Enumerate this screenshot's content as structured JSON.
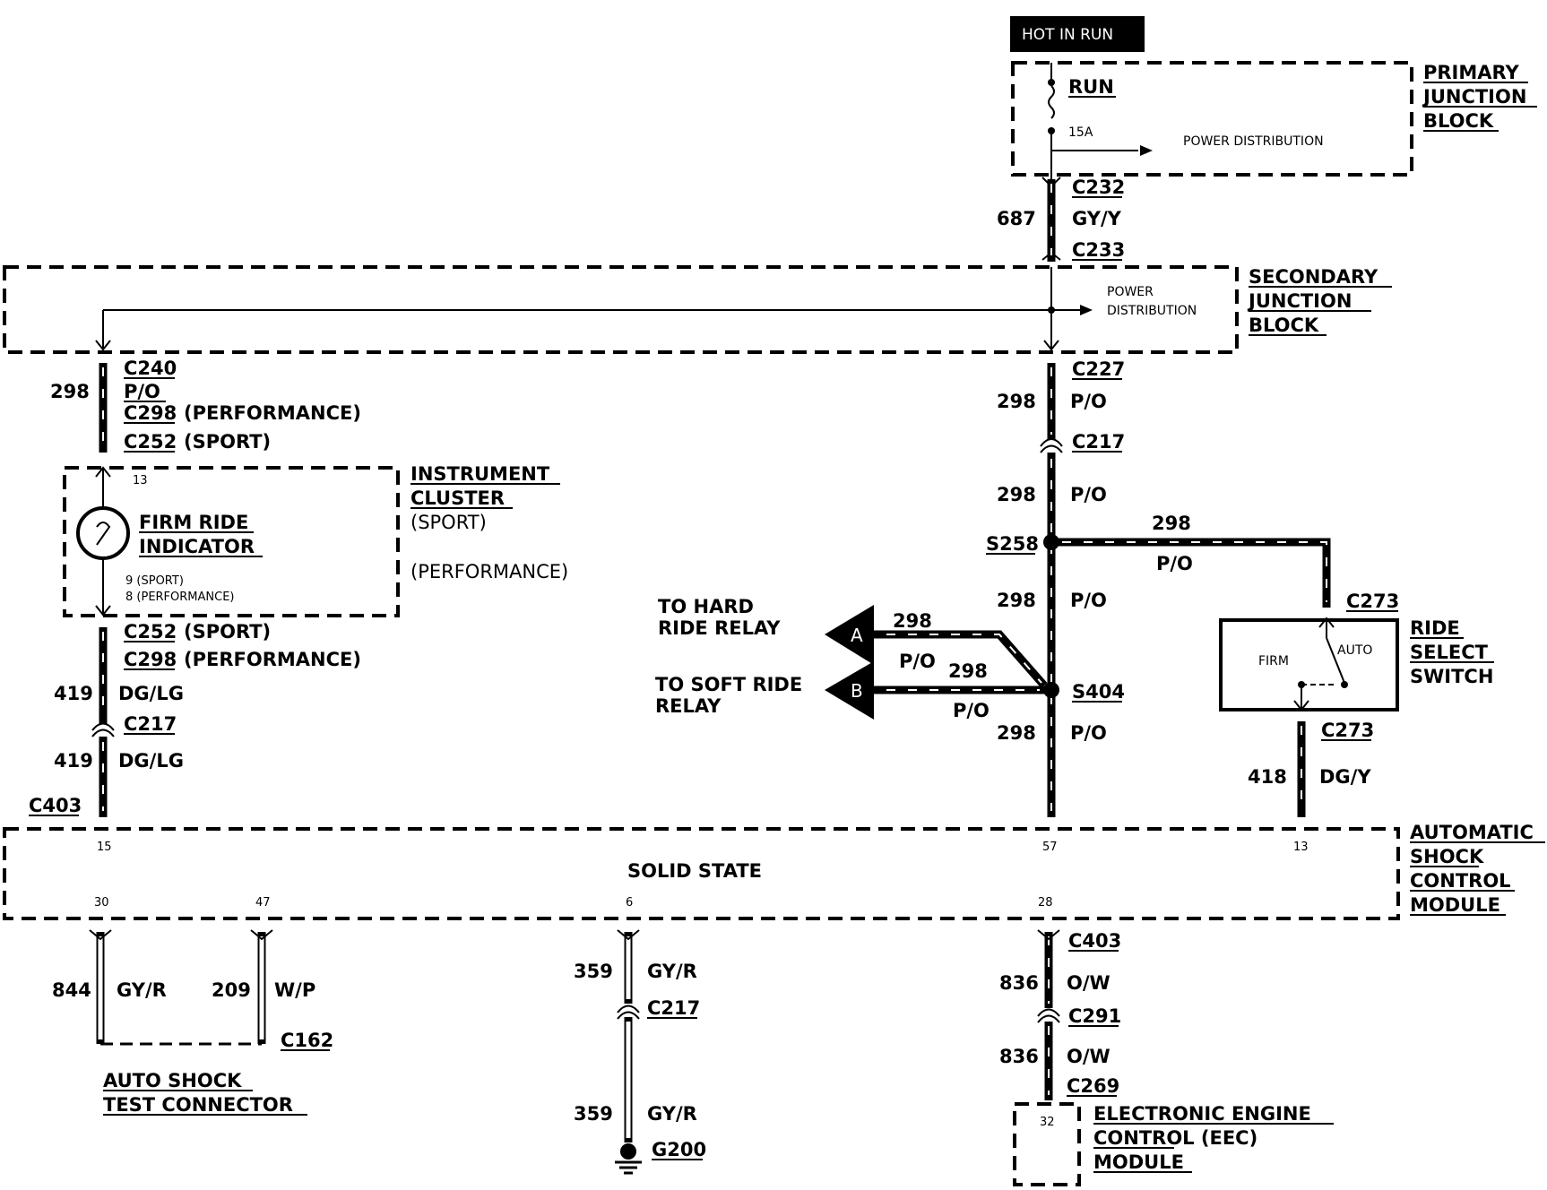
{
  "hot_in_run": "HOT IN RUN",
  "primary_jb": {
    "title": [
      "PRIMARY",
      "JUNCTION",
      "BLOCK"
    ],
    "run": "RUN",
    "fuse": "15A",
    "power_distribution": "POWER DISTRIBUTION"
  },
  "secondary_jb": {
    "title": [
      "SECONDARY",
      "JUNCTION",
      "BLOCK"
    ],
    "power_distribution": [
      "POWER",
      "DISTRIBUTION"
    ]
  },
  "feed": {
    "c232": "C232",
    "circuit": "687",
    "color": "GY/Y",
    "c233": "C233"
  },
  "left_upper": {
    "c240": "C240",
    "circuit": "298",
    "color": "P/O",
    "c298": "C298",
    "performance": "(PERFORMANCE)",
    "c252": "C252",
    "sport": "(SPORT)"
  },
  "instrument_cluster": {
    "title": [
      "INSTRUMENT",
      "CLUSTER"
    ],
    "sport": "(SPORT)",
    "performance": "(PERFORMANCE)",
    "indicator": [
      "FIRM RIDE",
      "INDICATOR"
    ],
    "pin_top": "13",
    "pin_bottom": [
      "9 (SPORT)",
      "8 (PERFORMANCE)"
    ]
  },
  "left_lower": {
    "c252": "C252",
    "sport": "(SPORT)",
    "c298": "C298",
    "performance": "(PERFORMANCE)",
    "circuit": "419",
    "color": "DG/LG",
    "c217": "C217",
    "c403": "C403"
  },
  "center": {
    "c227": "C227",
    "circuit": "298",
    "color": "P/O",
    "c217": "C217",
    "s258": "S258",
    "s404": "S404"
  },
  "relays": {
    "hard": [
      "TO HARD",
      "RIDE RELAY"
    ],
    "soft": [
      "TO SOFT RIDE",
      "RELAY"
    ],
    "a": "A",
    "b": "B"
  },
  "ride_select": {
    "title": [
      "RIDE",
      "SELECT",
      "SWITCH"
    ],
    "firm": "FIRM",
    "auto": "AUTO",
    "c273": "C273",
    "circuit": "418",
    "color": "DG/Y"
  },
  "module": {
    "title": [
      "AUTOMATIC",
      "SHOCK",
      "CONTROL",
      "MODULE"
    ],
    "solid_state": "SOLID STATE",
    "pins_top": [
      "15",
      "57",
      "13"
    ],
    "pins_bottom": [
      "30",
      "47",
      "6",
      "28"
    ]
  },
  "bottom": {
    "c844": "844",
    "gyr": "GY/R",
    "c209": "209",
    "wp": "W/P",
    "c162": "C162",
    "test_connector": [
      "AUTO SHOCK",
      "TEST CONNECTOR"
    ],
    "c359": "359",
    "c217": "C217",
    "g200": "G200",
    "c403": "C403",
    "c836": "836",
    "ow": "O/W",
    "c291": "C291",
    "c269": "C269",
    "eec_pin": "32",
    "eec": [
      "ELECTRONIC ENGINE",
      "CONTROL (EEC)",
      "MODULE"
    ]
  }
}
